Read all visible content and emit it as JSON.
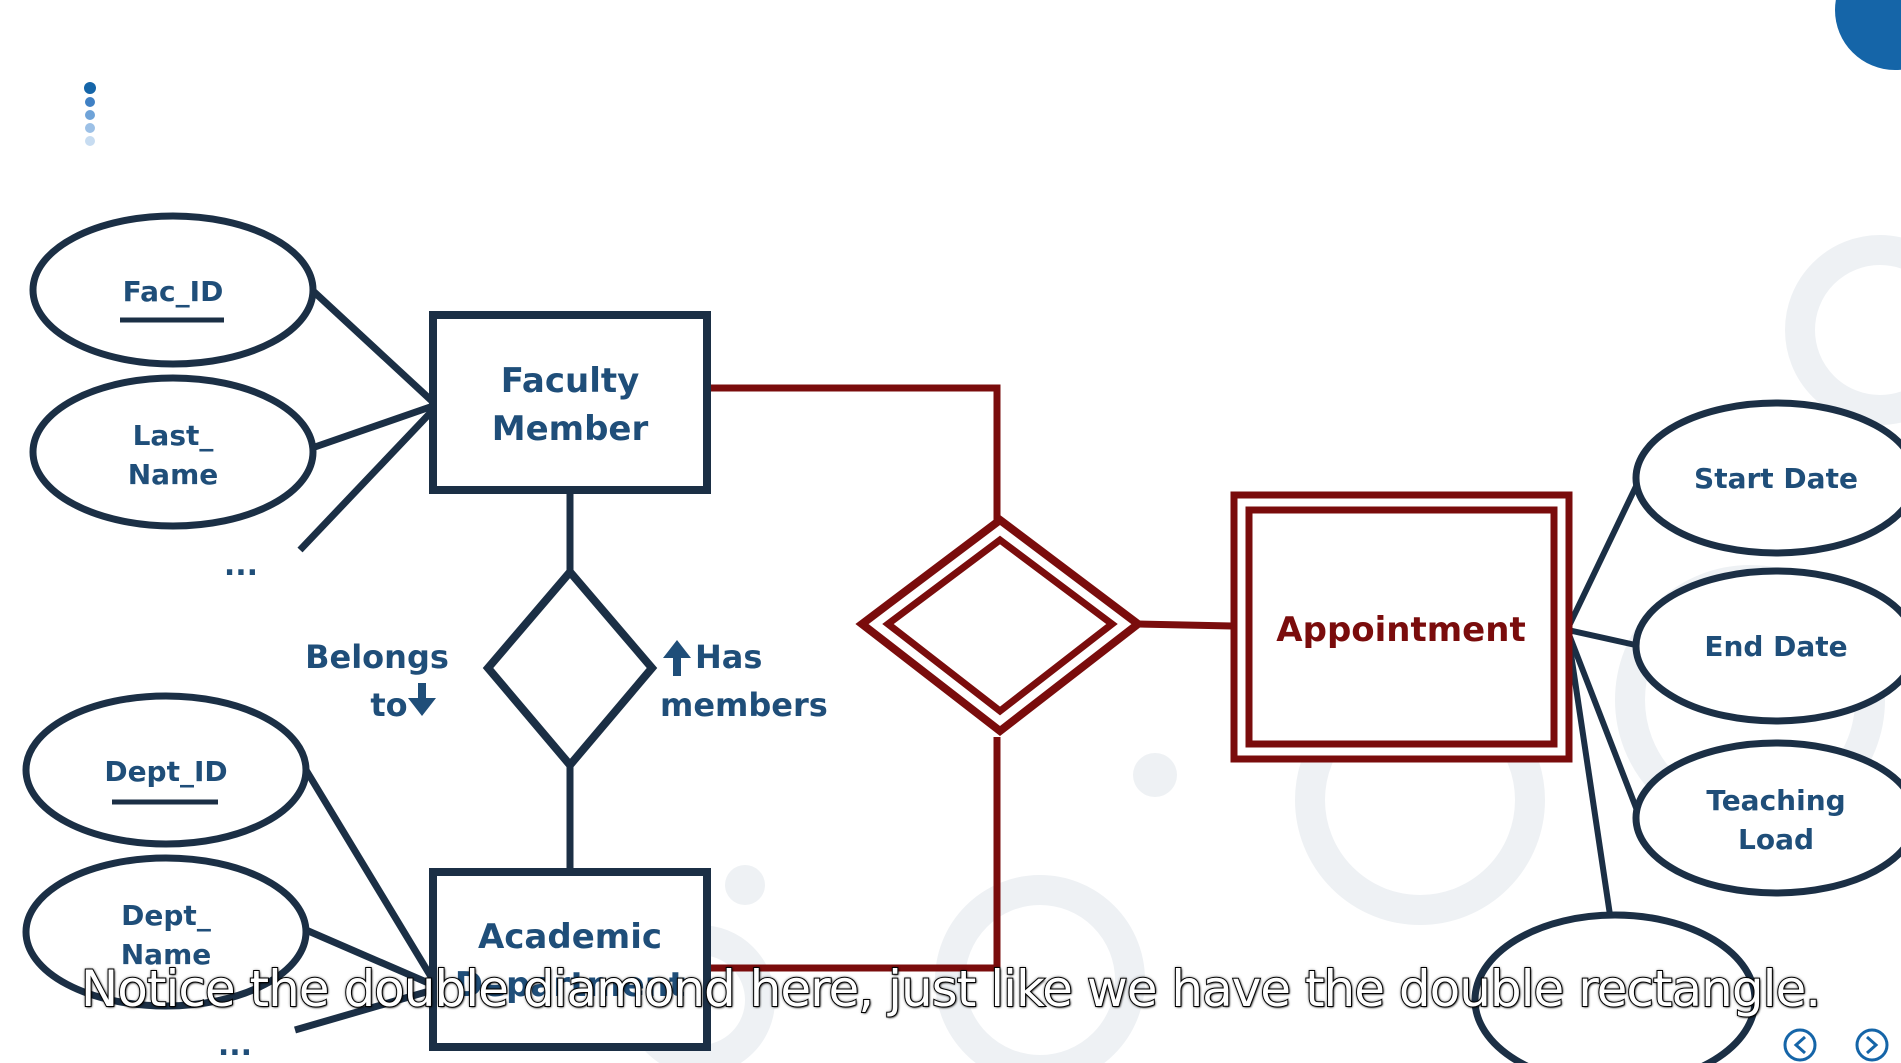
{
  "colors": {
    "navy": "#1b2f45",
    "text_blue": "#1f4e79",
    "maroon": "#7a0c0c",
    "accent_blue": "#1565a8"
  },
  "entities": {
    "faculty_member": {
      "line1": "Faculty",
      "line2": "Member"
    },
    "academic_department": {
      "line1": "Academic",
      "line2": "Department"
    },
    "appointment": {
      "label": "Appointment"
    }
  },
  "attributes": {
    "fac_id": "Fac_ID",
    "last_name": {
      "line1": "Last_",
      "line2": "Name"
    },
    "dept_id": "Dept_ID",
    "dept_name": {
      "line1": "Dept_",
      "line2": "Name"
    },
    "start_date": "Start Date",
    "end_date": "End Date",
    "teaching_load": {
      "line1": "Teaching",
      "line2": "Load"
    },
    "ellipsis": "..."
  },
  "relationship": {
    "belongs_to": {
      "line1": "Belongs",
      "line2": "to"
    },
    "has_members": {
      "line1": "Has",
      "line2": "members"
    }
  },
  "subtitle": "Notice the double diamond here, just like we have the double rectangle."
}
